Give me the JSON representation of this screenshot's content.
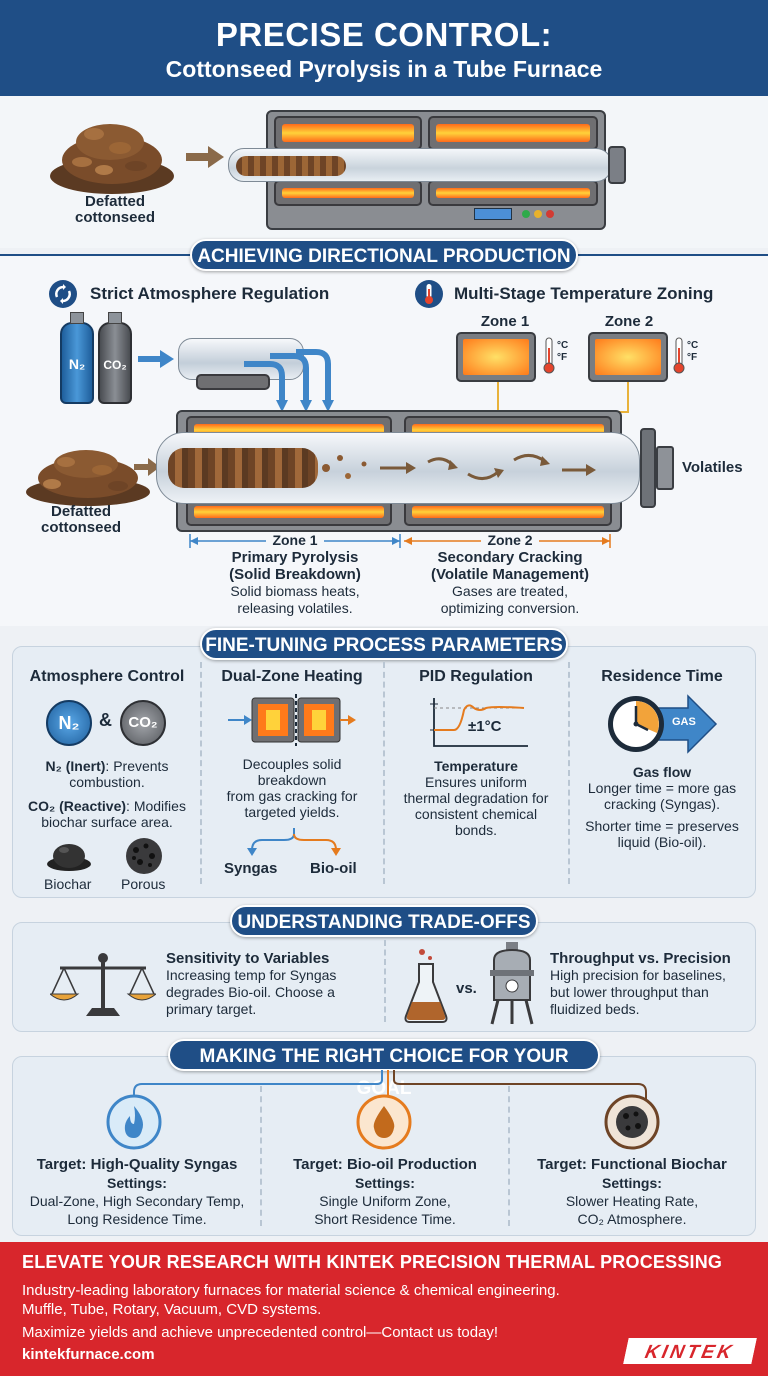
{
  "header": {
    "title": "PRECISE CONTROL:",
    "subtitle": "Cottonseed Pyrolysis in a Tube Furnace"
  },
  "intro": {
    "feed_label_line1": "Defatted",
    "feed_label_line2": "cottonseed"
  },
  "directional": {
    "heading": "ACHIEVING DIRECTIONAL PRODUCTION",
    "atmosphere_title": "Strict Atmosphere Regulation",
    "temperature_title": "Multi-Stage Temperature Zoning",
    "gas1": "N₂",
    "gas2": "CO₂",
    "zone1_top": "Zone 1",
    "zone2_top": "Zone 2",
    "unit_c": "°C",
    "unit_f": "°F",
    "feed_label_line1": "Defatted",
    "feed_label_line2": "cottonseed",
    "volatiles": "Volatiles",
    "zone1": {
      "name": "Zone 1",
      "title_line1": "Primary Pyrolysis",
      "title_line2": "(Solid Breakdown)",
      "desc_line1": "Solid biomass heats,",
      "desc_line2": "releasing volatiles."
    },
    "zone2": {
      "name": "Zone 2",
      "title_line1": "Secondary Cracking",
      "title_line2": "(Volatile Management)",
      "desc_line1": "Gases are treated,",
      "desc_line2": "optimizing conversion."
    }
  },
  "params": {
    "heading": "FINE-TUNING PROCESS PARAMETERS",
    "atmosphere": {
      "title": "Atmosphere Control",
      "n2": "N₂",
      "amp": "&",
      "co2": "CO₂",
      "n2_bold": "N₂ (Inert)",
      "n2_text": ": Prevents",
      "n2_text2": "combustion.",
      "co2_bold": "CO₂ (Reactive)",
      "co2_text": ": Modifies",
      "co2_text2": "biochar surface area.",
      "biochar": "Biochar",
      "porous": "Porous"
    },
    "dual": {
      "title": "Dual-Zone Heating",
      "line1": "Decouples solid",
      "line2": "breakdown",
      "line3": "from gas cracking for",
      "line4": "targeted yields.",
      "syngas": "Syngas",
      "biooil": "Bio-oil"
    },
    "pid": {
      "title": "PID Regulation",
      "tolerance": "±1°C",
      "sub": "Temperature",
      "line1": "Ensures uniform",
      "line2": "thermal degradation for",
      "line3": "consistent chemical",
      "line4": "bonds."
    },
    "residence": {
      "title": "Residence Time",
      "gas_tag": "GAS",
      "sub": "Gas flow",
      "line1": "Longer time = more gas",
      "line2": "cracking (Syngas).",
      "line3": "Shorter time = preserves",
      "line4": "liquid (Bio-oil)."
    }
  },
  "tradeoffs": {
    "heading": "UNDERSTANDING TRADE-OFFS",
    "left_title": "Sensitivity to Variables",
    "left_line1": "Increasing temp for Syngas",
    "left_line2": "degrades Bio-oil. Choose a",
    "left_line3": "primary target.",
    "vs": "vs.",
    "right_title": "Throughput vs. Precision",
    "right_line1": "High precision for baselines,",
    "right_line2": "but lower throughput than",
    "right_line3": "fluidized beds."
  },
  "goals": {
    "heading": "MAKING THE RIGHT CHOICE FOR YOUR GOAL",
    "items": [
      {
        "target": "Target: High-Quality Syngas",
        "settings": "Settings:",
        "line1": "Dual-Zone, High Secondary Temp,",
        "line2": "Long Residence Time."
      },
      {
        "target": "Target: Bio-oil Production",
        "settings": "Settings:",
        "line1": "Single Uniform Zone,",
        "line2": "Short Residence Time."
      },
      {
        "target": "Target: Functional Biochar",
        "settings": "Settings:",
        "line1": "Slower Heating Rate,",
        "line2": "CO₂ Atmosphere."
      }
    ]
  },
  "footer": {
    "headline": "ELEVATE YOUR RESEARCH WITH KINTEK PRECISION THERMAL PROCESSING",
    "line1": "Industry-leading laboratory furnaces for material science & chemical engineering.",
    "line2": "Muffle, Tube, Rotary, Vacuum, CVD systems.",
    "line3": "Maximize yields and achieve unprecedented control—Contact us today!",
    "url": "kintekfurnace.com",
    "logo": "KINTEK"
  },
  "colors": {
    "navy": "#1f4e86",
    "footer_red": "#d8262c",
    "heat_orange": "#ff6a1a",
    "n2_blue": "#2f7fc1",
    "co2_gray": "#6a6d72",
    "accent_orange": "#e57b1e"
  }
}
